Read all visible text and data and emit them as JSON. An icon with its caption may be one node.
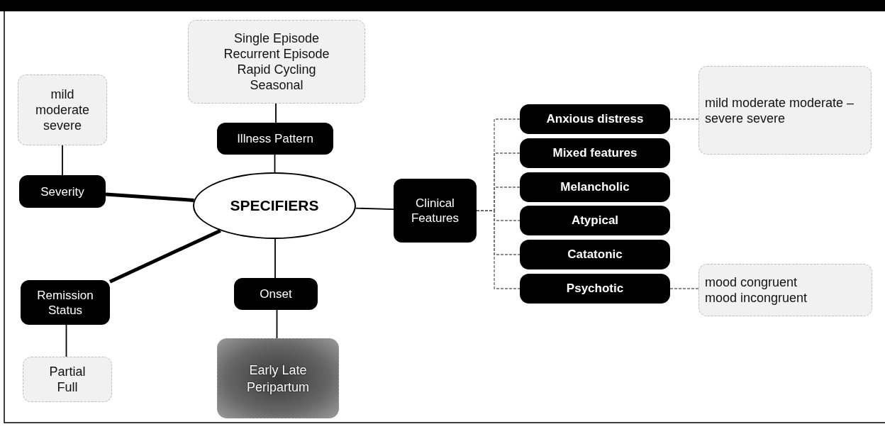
{
  "diagram": {
    "nodes": [
      {
        "text": [
          "SPECIFIERS"
        ]
      },
      {
        "text": [
          "Single Episode Recurrent Episode Rapid Cycling Seasonal"
        ]
      },
      {
        "text": [
          "Illness Pattern"
        ]
      },
      {
        "text": [
          "mild moderate severe"
        ]
      },
      {
        "text": [
          "Severity"
        ]
      },
      {
        "text": [
          "Remission Status"
        ]
      },
      {
        "text": [
          "Partial Full"
        ]
      },
      {
        "text": [
          "Onset"
        ]
      },
      {
        "text": [
          "Early Late Peripartum"
        ]
      },
      {
        "text": [
          "Clinical Features"
        ]
      },
      {
        "text": [
          "Anxious distress"
        ]
      },
      {
        "text": [
          "Mixed features"
        ]
      },
      {
        "text": [
          "Melancholic"
        ]
      },
      {
        "text": [
          "Atypical"
        ]
      },
      {
        "text": [
          "Catatonic"
        ]
      },
      {
        "text": [
          "Psychotic"
        ]
      },
      {
        "text": [
          "mild moderate moderate – severe severe"
        ]
      },
      {
        "text": [
          "mood congruent mood incongruent"
        ]
      }
    ],
    "edges": [
      {
        "from": 1,
        "to": 2,
        "arrow": "none"
      },
      {
        "from": 2,
        "to": 0,
        "arrow": "none"
      },
      {
        "from": 3,
        "to": 4,
        "arrow": "none"
      },
      {
        "from": 4,
        "to": 0,
        "arrow": "none",
        "style": "thick"
      },
      {
        "from": 0,
        "to": 5,
        "arrow": "none",
        "style": "thick"
      },
      {
        "from": 5,
        "to": 6,
        "arrow": "none"
      },
      {
        "from": 0,
        "to": 7,
        "arrow": "none"
      },
      {
        "from": 7,
        "to": 8,
        "arrow": "none"
      },
      {
        "from": 0,
        "to": 9,
        "arrow": "none"
      },
      {
        "from": 9,
        "to": 10,
        "arrow": "none",
        "style": "dashed",
        "color": "#666666"
      },
      {
        "from": 9,
        "to": 11,
        "arrow": "none",
        "style": "dashed",
        "color": "#666666"
      },
      {
        "from": 9,
        "to": 12,
        "arrow": "none",
        "style": "dashed",
        "color": "#666666"
      },
      {
        "from": 9,
        "to": 13,
        "arrow": "none",
        "style": "dashed",
        "color": "#666666"
      },
      {
        "from": 9,
        "to": 14,
        "arrow": "none",
        "style": "dashed",
        "color": "#666666"
      },
      {
        "from": 9,
        "to": 15,
        "arrow": "none",
        "style": "dashed",
        "color": "#666666"
      },
      {
        "from": 10,
        "to": 16,
        "arrow": "none",
        "style": "dashed",
        "color": "#666666"
      },
      {
        "from": 15,
        "to": 17,
        "arrow": "none",
        "style": "dashed",
        "color": "#666666"
      }
    ]
  }
}
